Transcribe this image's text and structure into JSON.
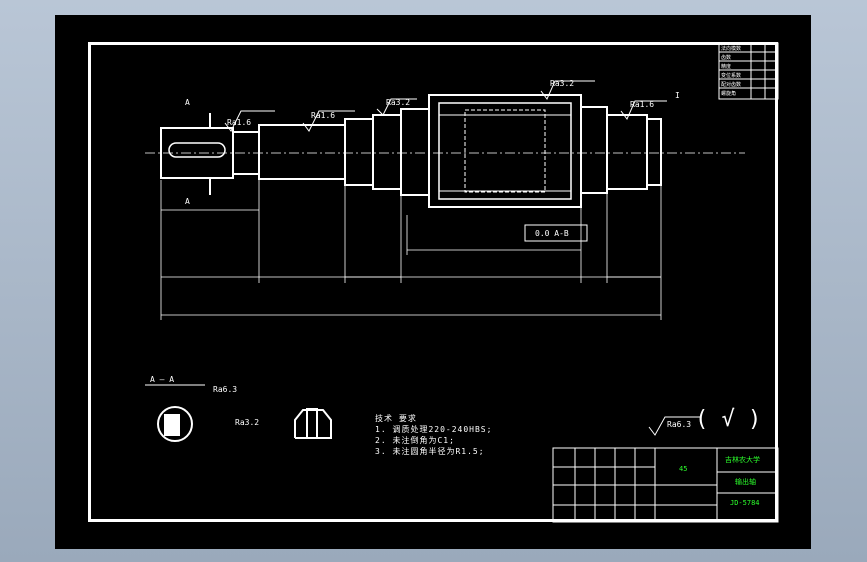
{
  "drawing": {
    "roughness_labels": {
      "ra16_a": "Ra1.6",
      "ra16_b": "Ra1.6",
      "ra32_a": "Ra3.2",
      "ra32_b": "Ra3.2",
      "ra16_c": "Ra1.6",
      "ra63_section": "Ra6.3",
      "ra32_section": "Ra3.2",
      "ra63_general": "Ra6.3"
    },
    "section_marks": {
      "a_top": "A",
      "a_bottom": "A",
      "section_title": "A — A",
      "leader_i": "I"
    },
    "tolerance_frame": "0.0 A-B",
    "general_symbol": "( √ )"
  },
  "technical_requirements": {
    "title": "技术 要求",
    "items": [
      "1. 调质处理220-240HBS;",
      "2. 未注倒角为C1;",
      "3. 未注圆角半径为R1.5;"
    ]
  },
  "title_block": {
    "school": "吉林农大学",
    "part_name": "输出轴",
    "material": "45",
    "drawing_no": "JD-5784"
  },
  "table": {
    "rows": [
      "法向模数",
      "齿数",
      "精度",
      "变位系数",
      "配对齿数",
      "螺旋角"
    ]
  },
  "colors": {
    "background": "#000000",
    "lines": "#ffffff",
    "title_text": "#2cff2c"
  }
}
